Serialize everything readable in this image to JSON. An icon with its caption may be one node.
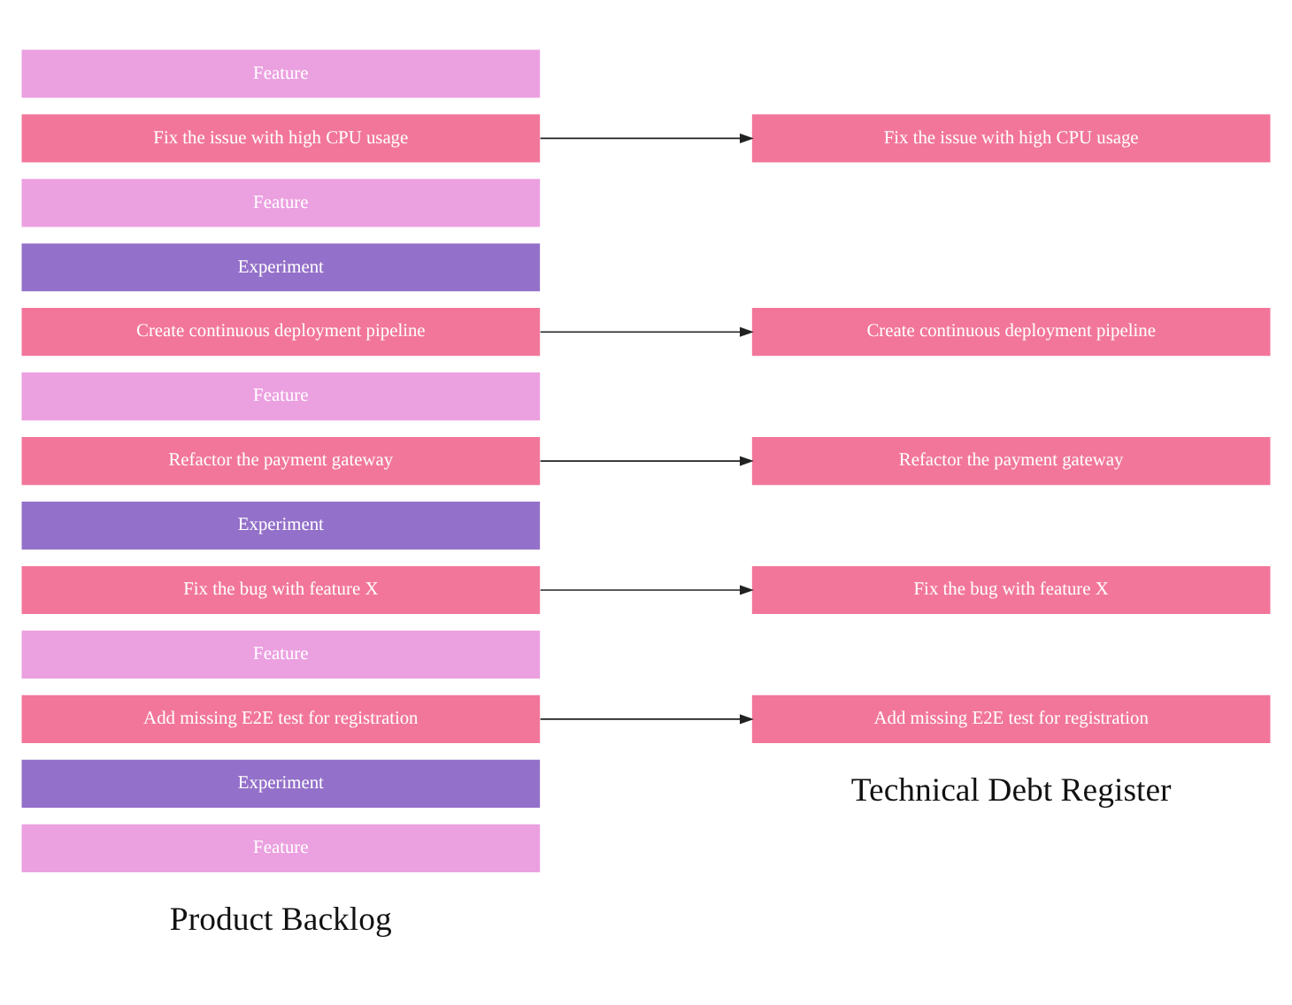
{
  "diagram": {
    "nodes": [
      {
        "text": [
          "Feature"
        ]
      },
      {
        "text": [
          "Experiment"
        ]
      },
      {
        "text": [
          "Add missing E2E test for registration"
        ]
      },
      {
        "text": [
          "Feature"
        ]
      },
      {
        "text": [
          "Fix the bug with feature X"
        ]
      },
      {
        "text": [
          "Experiment"
        ]
      },
      {
        "text": [
          "Refactor the payment gateway"
        ]
      },
      {
        "text": [
          "Feature"
        ]
      },
      {
        "text": [
          "Create continuous deployment pipeline"
        ]
      },
      {
        "text": [
          "Experiment"
        ]
      },
      {
        "text": [
          "Feature"
        ]
      },
      {
        "text": [
          "Fix the issue with high CPU usage"
        ]
      },
      {
        "text": [
          "Feature"
        ]
      },
      {
        "text": [
          "Add missing E2E test for registration"
        ]
      },
      {
        "text": [
          "Fix the bug with feature X"
        ]
      },
      {
        "text": [
          "Refactor the payment gateway"
        ]
      },
      {
        "text": [
          "Create continuous deployment pipeline"
        ]
      },
      {
        "text": [
          "Fix the issue with high CPU usage"
        ]
      }
    ],
    "edges": [
      {
        "from": 2,
        "to": 13,
        "arrow": "to"
      },
      {
        "from": 4,
        "to": 14,
        "arrow": "to"
      },
      {
        "from": 6,
        "to": 15,
        "arrow": "to"
      },
      {
        "from": 8,
        "to": 16,
        "arrow": "to"
      },
      {
        "from": 11,
        "to": 17,
        "arrow": "to"
      }
    ],
    "labels": [
      "Product Backlog",
      "Technical Debt Register"
    ]
  }
}
